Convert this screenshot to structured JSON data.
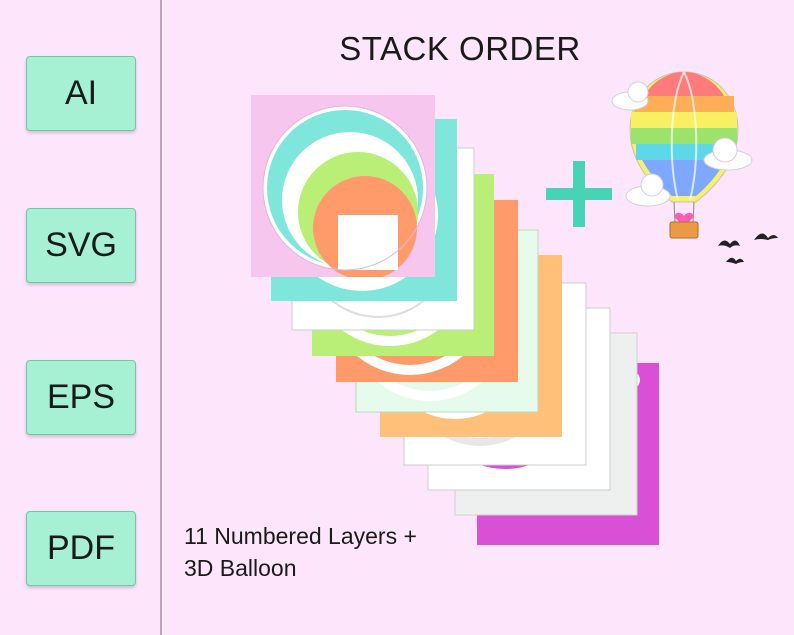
{
  "formats": [
    "AI",
    "SVG",
    "EPS",
    "PDF"
  ],
  "title": "STACK ORDER",
  "caption_line1": "11 Numbered Layers +",
  "caption_line2": "3D Balloon",
  "colors": {
    "background": "#fde6fb",
    "format_button": "#a6f0d4",
    "plus_sign": "#46d3b6",
    "layers": [
      "#f7c6ef",
      "#7ee6db",
      "#ffffff",
      "#b9ef77",
      "#ff9a6a",
      "#e6fbec",
      "#ffc07a",
      "#ffffff",
      "#ffffff",
      "#eef0f0",
      "#d94fd6"
    ]
  },
  "icons": [
    "plus-icon",
    "hot-air-balloon-icon",
    "cloud-icon",
    "bird-icon"
  ]
}
